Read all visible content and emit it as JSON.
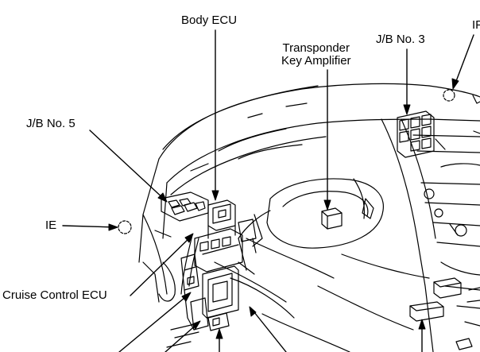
{
  "labels": {
    "body_ecu": "Body ECU",
    "transponder_line1": "Transponder",
    "transponder_line2": "Key Amplifier",
    "jb_no3": "J/B No. 3",
    "ip": "IP",
    "jb_no5": "J/B No. 5",
    "ie": "IE",
    "cruise_control_ecu": "Cruise Control ECU"
  },
  "colors": {
    "ink": "#000000",
    "background": "#ffffff"
  }
}
